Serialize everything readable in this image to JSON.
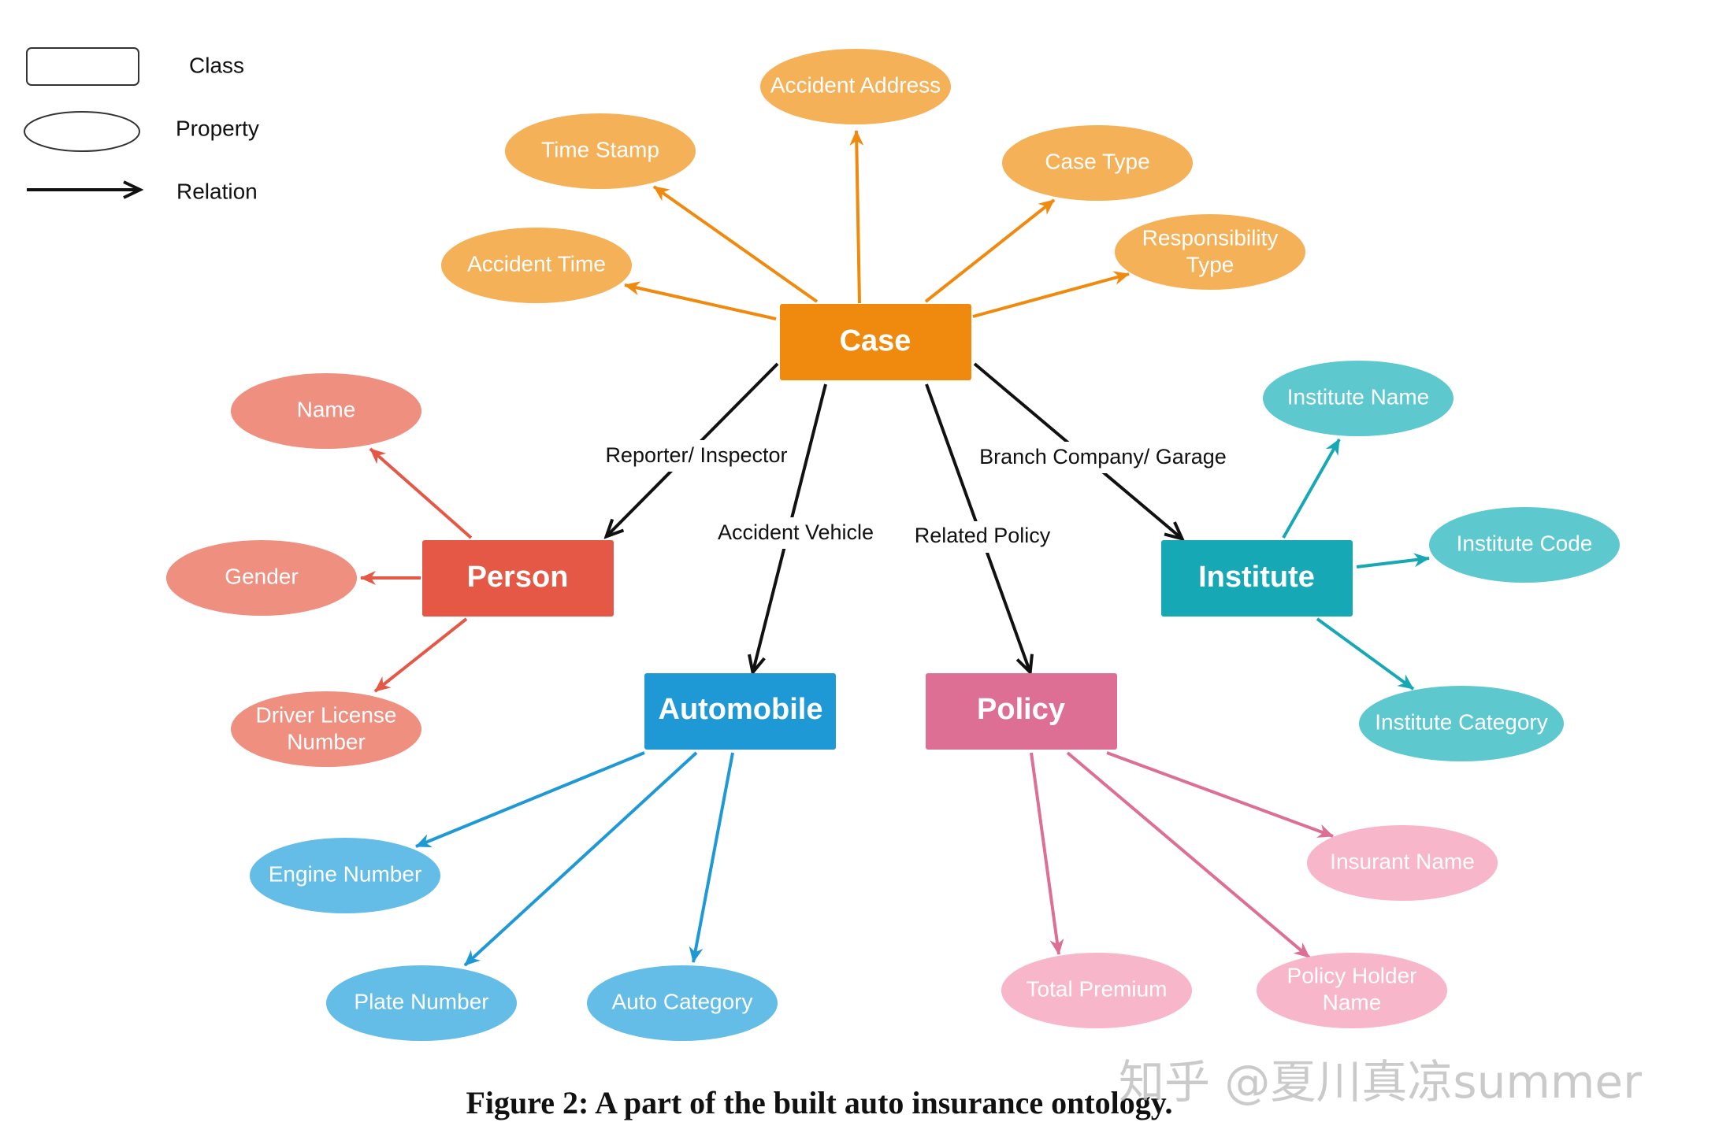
{
  "legend": {
    "class_label": "Class",
    "property_label": "Property",
    "relation_label": "Relation"
  },
  "colors": {
    "case": "#ef8a0e",
    "case_prop": "#f5b158",
    "person": "#e55845",
    "person_prop": "#ee8f80",
    "automobile": "#1f98d6",
    "automobile_prop": "#63bde6",
    "policy": "#dc6f93",
    "policy_prop": "#f7b6c9",
    "institute": "#17a8b6",
    "institute_prop": "#5ec8cf",
    "relation": "#111111"
  },
  "classes": {
    "case": "Case",
    "person": "Person",
    "automobile": "Automobile",
    "policy": "Policy",
    "institute": "Institute"
  },
  "properties": {
    "case": {
      "accident_address": "Accident Address",
      "time_stamp": "Time Stamp",
      "case_type": "Case Type",
      "accident_time": "Accident Time",
      "responsibility_type": [
        "Responsibility",
        "Type"
      ]
    },
    "person": {
      "name": "Name",
      "gender": "Gender",
      "driver_license_number": [
        "Driver License",
        "Number"
      ]
    },
    "automobile": {
      "engine_number": "Engine Number",
      "plate_number": "Plate Number",
      "auto_category": "Auto Category"
    },
    "policy": {
      "insurant_name": "Insurant Name",
      "total_premium": "Total Premium",
      "policy_holder_name": [
        "Policy Holder",
        "Name"
      ]
    },
    "institute": {
      "institute_name": "Institute Name",
      "institute_code": "Institute Code",
      "institute_category": "Institute Category"
    }
  },
  "relations": {
    "reporter_inspector": "Reporter/ Inspector",
    "accident_vehicle": "Accident Vehicle",
    "related_policy": "Related Policy",
    "branch_company_garage": "Branch Company/ Garage"
  },
  "caption": "Figure 2: A part of the built auto insurance ontology.",
  "watermark": "知乎 @夏川真凉summer"
}
